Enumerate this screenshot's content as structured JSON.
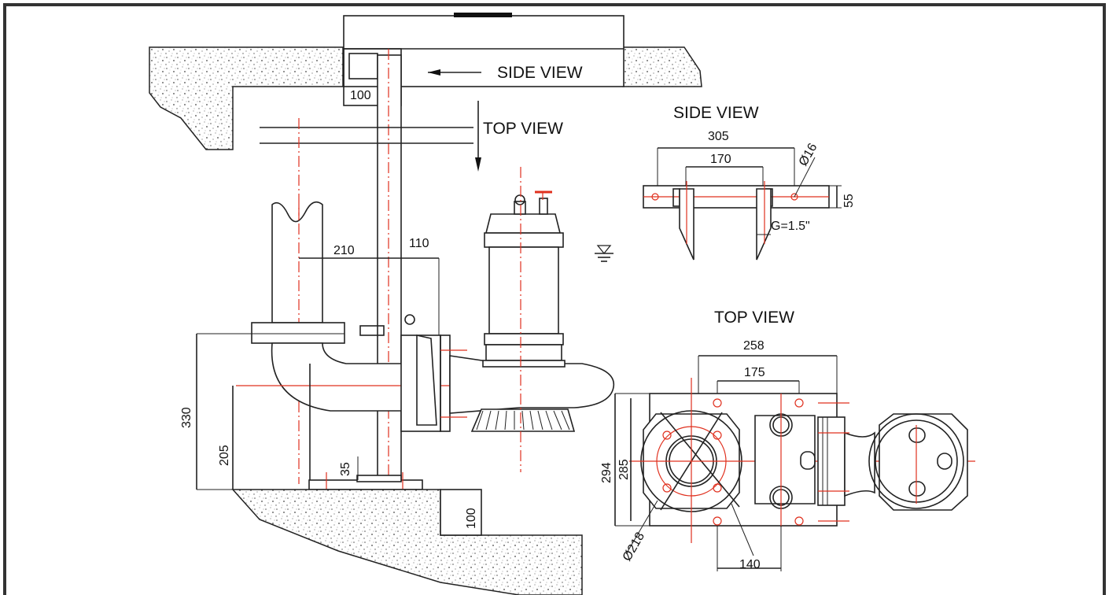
{
  "labels": {
    "side_view_arrow": "SIDE VIEW",
    "top_view_arrow": "TOP VIEW",
    "side_view_title": "SIDE VIEW",
    "top_view_title": "TOP VIEW"
  },
  "dimensions": {
    "rail_top": "100",
    "pipe_offset": "210",
    "rail_offset": "110",
    "total_height": "330",
    "outlet_height": "205",
    "base_plate": "35",
    "base_depth": "100",
    "side_width": "305",
    "side_inner": "170",
    "bolt_dia": "Ø16",
    "side_height": "55",
    "thread": "G=1.5\"",
    "top_width": "258",
    "top_inner": "175",
    "top_height": "294",
    "top_inner_height": "285",
    "flange_dia": "Ø218",
    "bottom_spacing": "140"
  },
  "colors": {
    "outline": "#222222",
    "centerline": "#e0301e",
    "frame": "#333333"
  }
}
